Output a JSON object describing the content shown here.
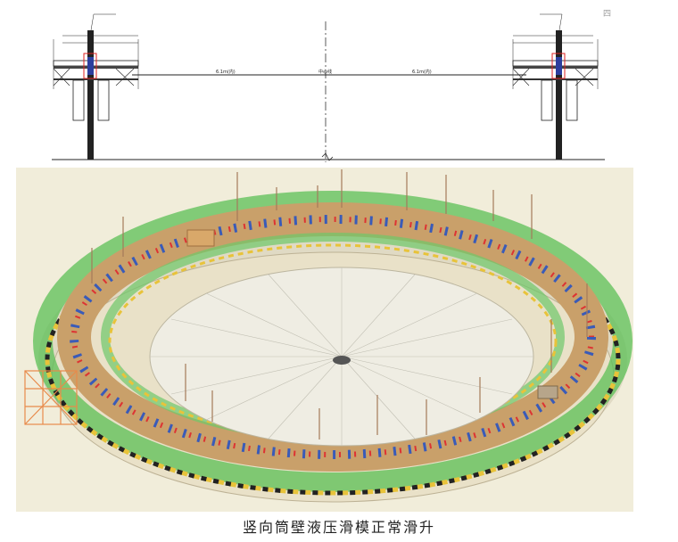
{
  "caption": "竖向筒壁液压滑模正常滑升",
  "drawing": {
    "center_label": "中心线",
    "left_span_label": "6.1m(内)",
    "right_span_label": "6.1m(内)",
    "page_mark": "四"
  },
  "colors": {
    "platform_green": "#5bbf55",
    "timber": "#c9a06a",
    "hazard_yellow": "#e8c33a",
    "ground": "#f1edda"
  }
}
